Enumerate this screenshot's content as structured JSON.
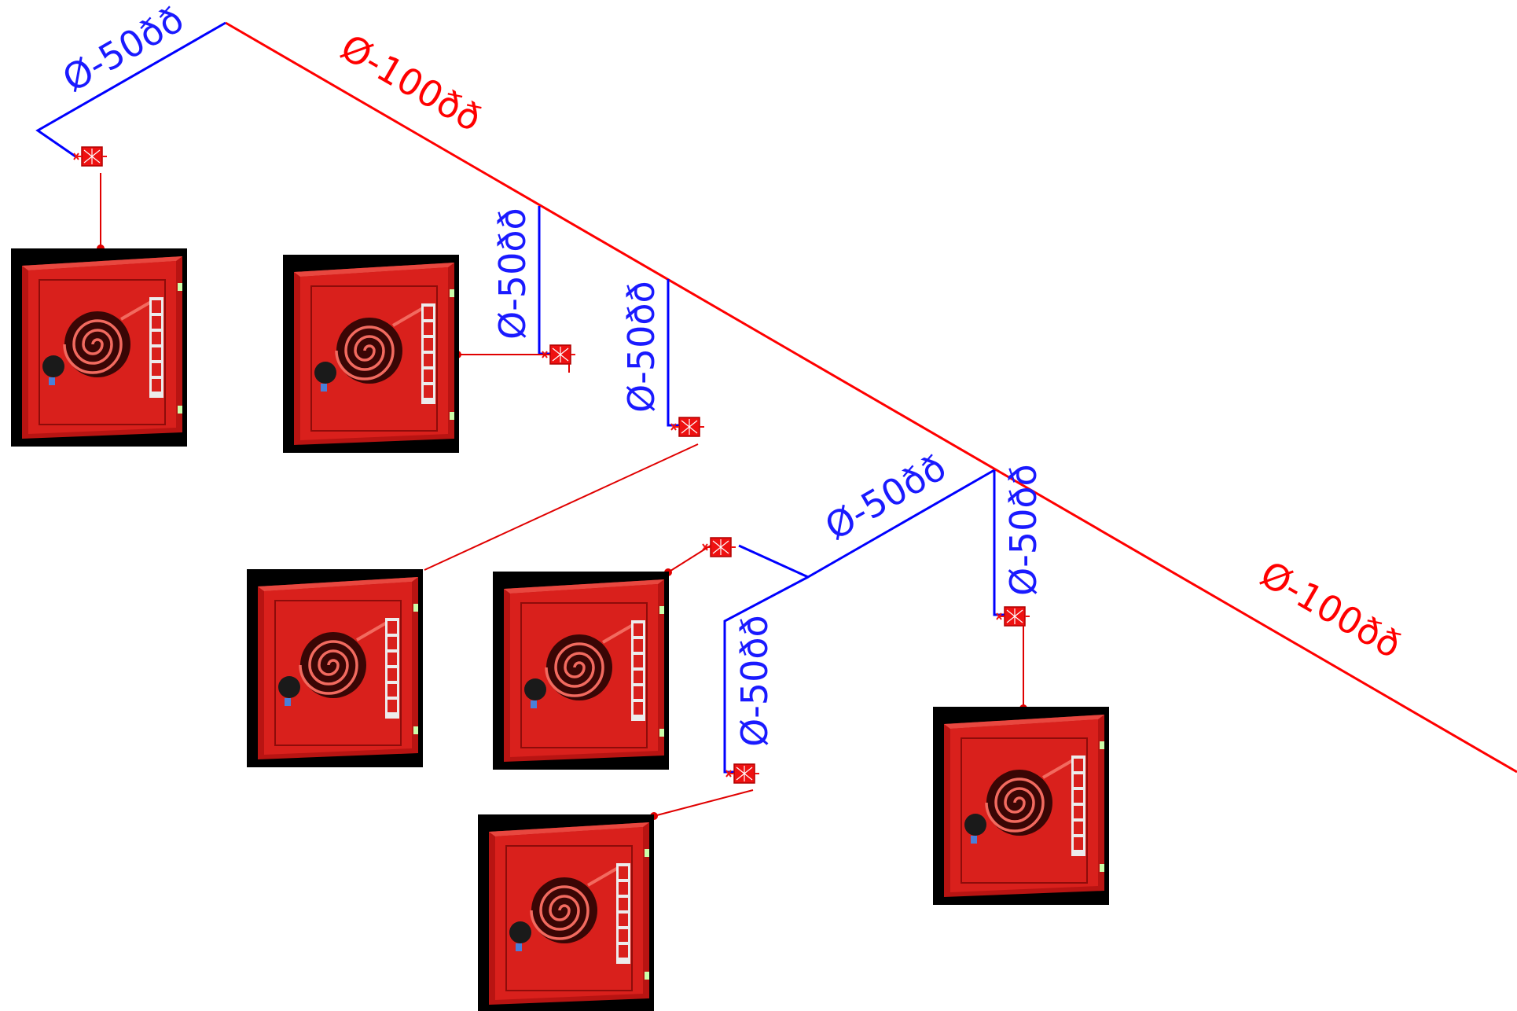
{
  "colors": {
    "main_pipe": "#ff0000",
    "branch_pipe": "#0000ff",
    "connector": "#e00000",
    "cabinet_body": "#d9201c",
    "cabinet_backdrop": "#000000"
  },
  "labels": {
    "main_pipe_upper": "Ø-100ðð",
    "main_pipe_lower": "Ø-100ðð",
    "branch_top_left": "Ø-50ðð",
    "branch_mid_1": "Ø-50ðð",
    "branch_mid_2": "Ø-50ðð",
    "branch_lower_diag": "Ø-50ðð",
    "branch_lower_vert": "Ø-50ðð",
    "branch_right_vert": "Ø-50ðð"
  },
  "icons": {
    "valve": "hose-valve-icon",
    "cabinet": "fire-hose-cabinet-icon"
  }
}
